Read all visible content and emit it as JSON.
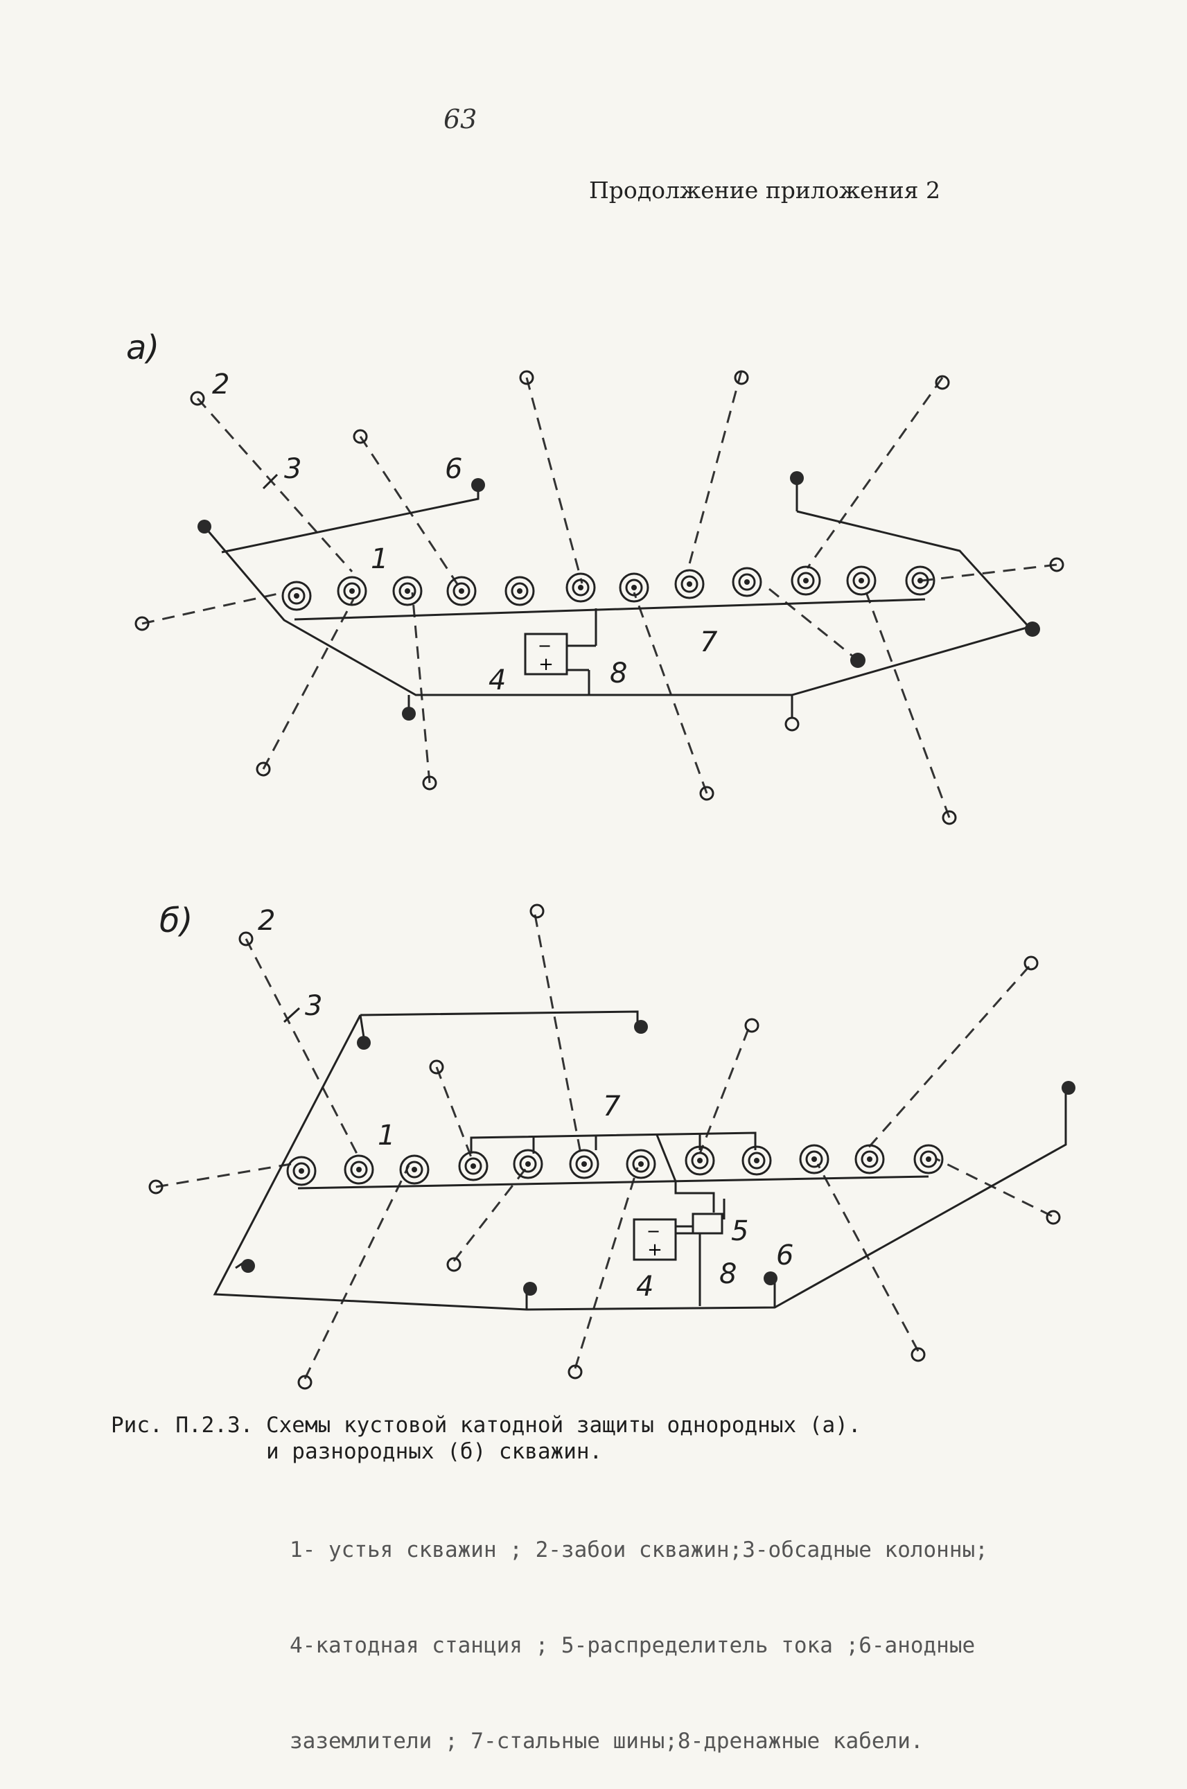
{
  "page": {
    "number": "63",
    "continuation": "Продолжение приложения 2"
  },
  "figure": {
    "panel_a_label": "а)",
    "panel_b_label": "б)",
    "numbers": {
      "n1": "1",
      "n2": "2",
      "n3": "3",
      "n4": "4",
      "n5": "5",
      "n6": "6",
      "n7": "7",
      "n8": "8"
    },
    "station_minus": "−",
    "station_plus": "+"
  },
  "caption": {
    "line1": "Рис. П.2.3. Схемы кустовой катодной защиты однородных (а).",
    "line2": "            и разнородных (б) скважин.",
    "legend1": "1- устья скважин ; 2-забои скважин;3-обсадные колонны;",
    "legend2": "4-катодная станция ; 5-распределитель тока ;6-анодные",
    "legend3": "заземлители ; 7-стальные шины;8-дренажные кабели."
  }
}
